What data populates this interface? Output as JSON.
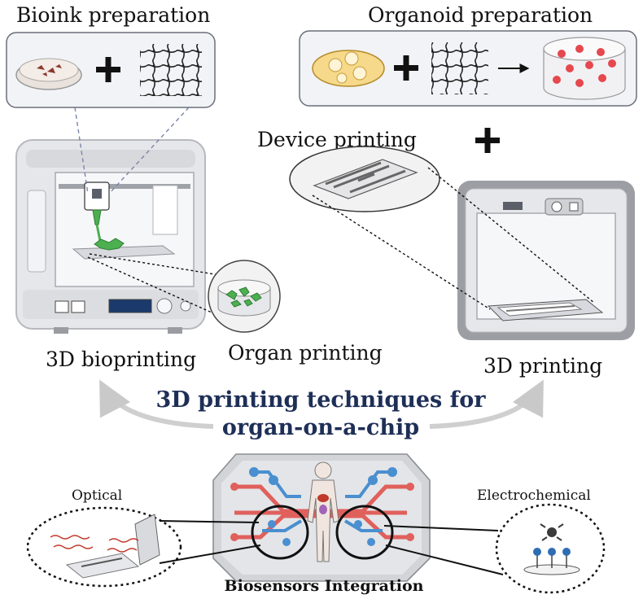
{
  "labels": {
    "bioink_preparation": "Bioink preparation",
    "organoid_preparation": "Organoid preparation",
    "device_printing": "Device printing",
    "bioprinting": "3D bioprinting",
    "organ_printing": "Organ printing",
    "printing": "3D printing",
    "title_line1": "3D printing techniques for",
    "title_line2": "organ-on-a-chip",
    "optical": "Optical",
    "electrochemical": "Electrochemical",
    "biosensors": "Biosensors Integration"
  },
  "colors": {
    "title": "#1e2f57",
    "printer_body": "#e6e7ea",
    "printer_frame": "#b7b9be",
    "bioink_green": "#4caf50",
    "cells_red": "#e5484d",
    "petri_yellow": "#f6d98a",
    "channel_blue": "#4a8fd0",
    "channel_red": "#e0605c"
  }
}
